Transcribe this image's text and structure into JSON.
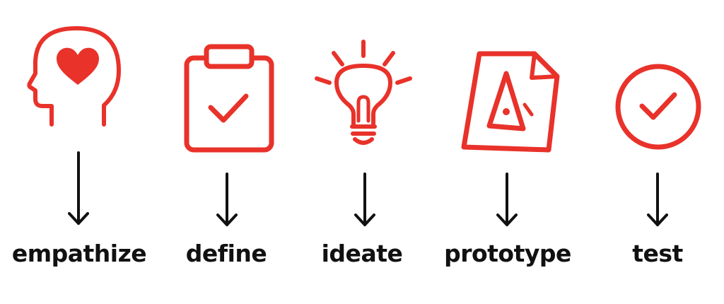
{
  "steps": [
    {
      "label": "empathize",
      "icon": "head-heart-icon"
    },
    {
      "label": "define",
      "icon": "clipboard-check-icon"
    },
    {
      "label": "ideate",
      "icon": "lightbulb-icon"
    },
    {
      "label": "prototype",
      "icon": "document-triangle-icon"
    },
    {
      "label": "test",
      "icon": "check-circle-icon"
    }
  ],
  "colors": {
    "accent": "#e8322a",
    "text": "#111111",
    "arrow": "#111111"
  }
}
